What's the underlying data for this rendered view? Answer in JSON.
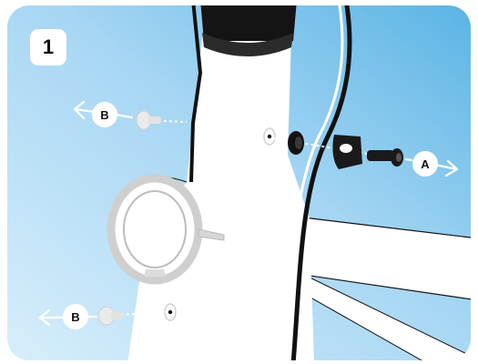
{
  "step": {
    "number": "1"
  },
  "labels": {
    "a": "A",
    "b_upper": "B",
    "b_lower": "B"
  },
  "colors": {
    "background_light": "#d6ecfa",
    "background_dark": "#5fb6e6",
    "frame": "#ffffff",
    "outline": "#111111",
    "ring": "#c9c9c9",
    "spacer": "#e6e6e6"
  },
  "icons": [
    "arrow-left-icon",
    "arrow-right-icon"
  ]
}
